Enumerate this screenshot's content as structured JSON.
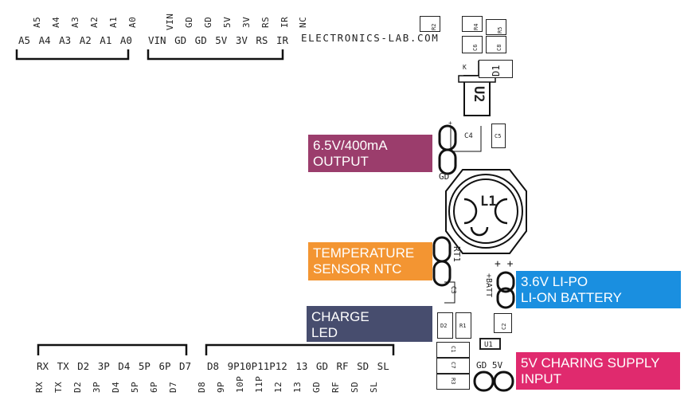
{
  "analog_top": [
    "A5",
    "A4",
    "A3",
    "A2",
    "A1",
    "A0"
  ],
  "analog_row": "A5 A4 A3 A2 A1 A0",
  "power_top": [
    "VIN",
    "GD",
    "GD",
    "5V",
    "3V",
    "RS",
    "IR",
    "NC"
  ],
  "power_row": "VIN GD GD 5V 3V RS IR",
  "brand": "ELECTRONICS-LAB.COM",
  "digital_left_row": "RX TX D2 3P D4 5P 6P D7",
  "digital_left_bottom": [
    "RX",
    "TX",
    "D2",
    "3P",
    "D4",
    "5P",
    "6P",
    "D7"
  ],
  "digital_right_row": "D8 9P10P11P12 13 GD RF SD SL",
  "digital_right_bottom": [
    "D8",
    "9P",
    "10P",
    "11P",
    "12",
    "13",
    "GD",
    "RF",
    "SD",
    "SL"
  ],
  "components": {
    "r2": "R2",
    "r4": "R4",
    "r5": "R5",
    "c6": "C6",
    "c8": "C8",
    "k": "K",
    "d1": "D1",
    "u2": "U2",
    "c4": "C4",
    "c5": "C5",
    "plus": "+",
    "gd": "GD",
    "l1": "L1",
    "rt1": "RT1",
    "c3": "C3",
    "plusplus": "+ +",
    "batt": "+BATT",
    "d2": "D2",
    "r1": "R1",
    "c2": "C2",
    "c1": "C1",
    "u1": "U1",
    "c7": "C7",
    "r3": "R3",
    "gd5v": "GD 5V"
  },
  "callouts": {
    "output": {
      "line1": "6.5V/400mA",
      "line2": "OUTPUT",
      "color": "#9b3d6c"
    },
    "temp": {
      "line1": "TEMPERATURE",
      "line2": "SENSOR NTC",
      "color": "#f39532"
    },
    "battery": {
      "line1": "3.6V  LI-PO",
      "line2": "LI-ON BATTERY",
      "color": "#1a8fe0"
    },
    "charge": {
      "line1": "CHARGE",
      "line2": "LED",
      "color": "#474d6e"
    },
    "supply": {
      "line1": "5V CHARING SUPPLY",
      "line2": "INPUT",
      "color": "#e02a6e"
    }
  }
}
